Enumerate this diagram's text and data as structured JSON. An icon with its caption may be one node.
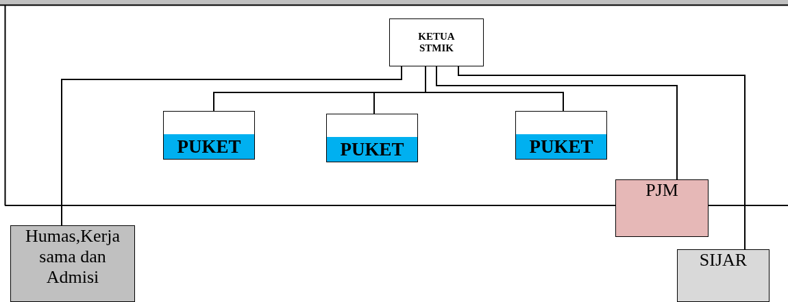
{
  "diagram": {
    "nodes": [
      {
        "text": [
          "KETUA STMIK"
        ]
      },
      {
        "text": [
          "PUKET"
        ]
      },
      {
        "text": [
          "PUKET"
        ]
      },
      {
        "text": [
          "PUKET"
        ]
      },
      {
        "text": [
          "Humas,Kerja sama dan Admisi"
        ]
      },
      {
        "text": [
          "PJM"
        ]
      },
      {
        "text": [
          "SIJAR"
        ]
      }
    ],
    "edges": [
      {
        "from": 0,
        "to": 1,
        "arrow": "none"
      },
      {
        "from": 0,
        "to": 2,
        "arrow": "none"
      },
      {
        "from": 0,
        "to": 3,
        "arrow": "none"
      },
      {
        "from": 0,
        "to": 4,
        "arrow": "none"
      },
      {
        "from": 0,
        "to": 5,
        "arrow": "none"
      },
      {
        "from": 0,
        "to": 6,
        "arrow": "none"
      }
    ]
  }
}
